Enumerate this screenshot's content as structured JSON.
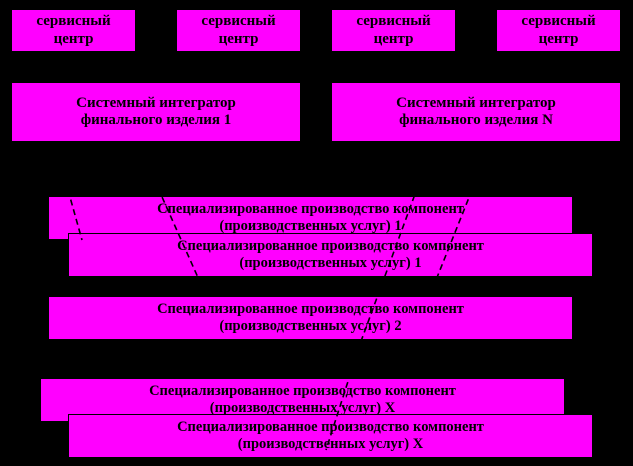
{
  "colors": {
    "background": "#000000",
    "box_fill": "#ff00ff",
    "text": "#000000"
  },
  "service_centers": [
    {
      "line1": "сервисный",
      "line2": "центр"
    },
    {
      "line1": "сервисный",
      "line2": "центр"
    },
    {
      "line1": "сервисный",
      "line2": "центр"
    },
    {
      "line1": "сервисный",
      "line2": "центр"
    }
  ],
  "integrators": [
    {
      "line1": "Системный интегратор",
      "line2": "финального изделия 1"
    },
    {
      "line1": "Системный интегратор",
      "line2": "финального изделия N"
    }
  ],
  "producers": [
    {
      "line1": "Специализированное производство компонент",
      "line2": "(производственных услуг) 1"
    },
    {
      "line1": "Специализированное производство компонент",
      "line2": "(производственных услуг) 1"
    },
    {
      "line1": "Специализированное производство компонент",
      "line2": "(производственных услуг) 2"
    },
    {
      "line1": "Специализированное производство компонент",
      "line2": "(производственных услуг) X"
    },
    {
      "line1": "Специализированное производство компонент",
      "line2": "(производственных услуг) X"
    }
  ]
}
